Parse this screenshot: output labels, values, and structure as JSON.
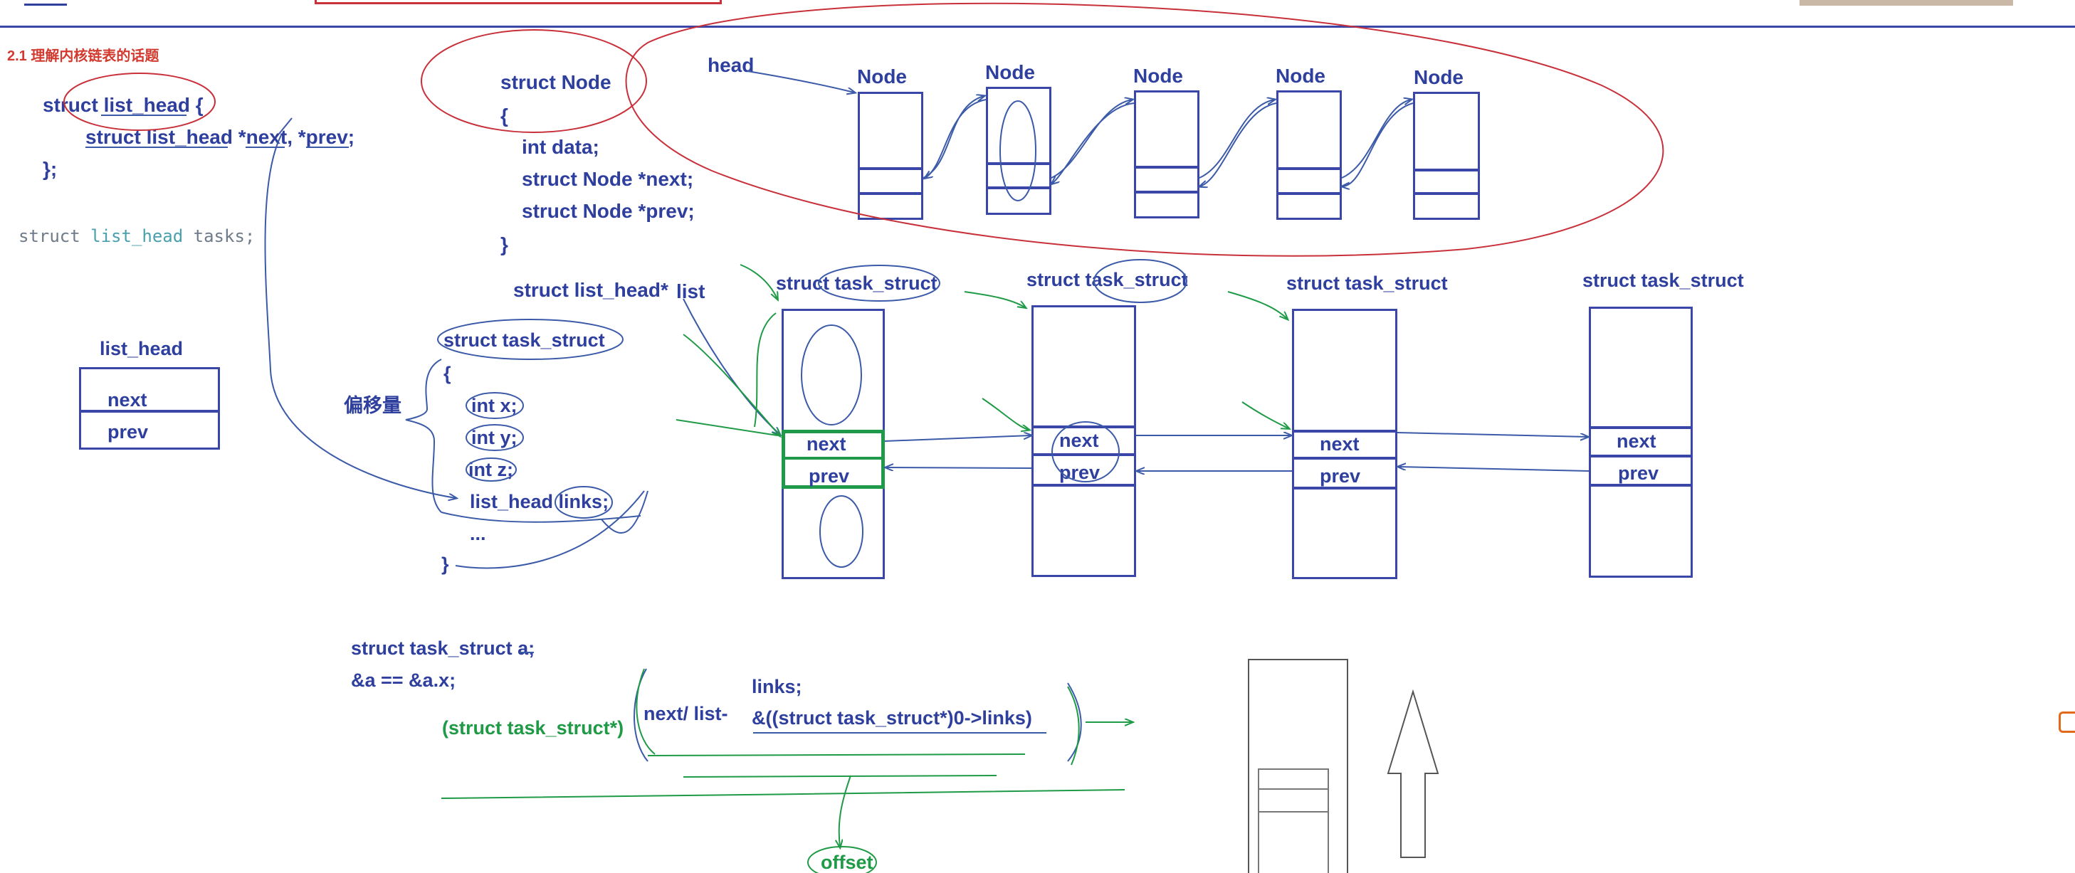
{
  "section_title": "2.1 理解内核链表的话题",
  "code_list_head": {
    "line1": "struct list_head {",
    "line2": "struct list_head *next, *prev;",
    "line3": "};"
  },
  "tasks_decl": {
    "kw": "struct ",
    "type": "list_head",
    "rest": " tasks;"
  },
  "list_head_box": {
    "title": "list_head",
    "fields": [
      "next",
      "prev"
    ]
  },
  "node_code": {
    "line1": "struct Node",
    "line2": "{",
    "line3": "int data;",
    "line4": "struct Node *next;",
    "line5": "struct Node *prev;",
    "line6": "}"
  },
  "head_label": "head",
  "node_labels": [
    "Node",
    "Node",
    "Node",
    "Node",
    "Node"
  ],
  "list_pointer": {
    "type": "struct list_head*",
    "name": "list"
  },
  "offset_label": "偏移量",
  "task_code": {
    "line1": "struct  task_struct",
    "line2": "{",
    "line3": "int x;",
    "line4": "int y;",
    "line5": "int z;",
    "line6": "list_head links;",
    "line7": "...",
    "line8": "}"
  },
  "task_struct_labels": [
    "struct task_struct",
    "struct task_struct",
    "struct task_struct",
    "struct task_struct"
  ],
  "task_fields": {
    "next": "next",
    "prev": "prev"
  },
  "bottom_code": {
    "line1": "struct task_struct a;",
    "line2": "&a == &a.x;",
    "cast": "(struct task_struct*)",
    "next_list": "next/ list-",
    "links": "links;",
    "offset_expr": "&((struct task_struct*)0->links)",
    "offset_word": "offset"
  },
  "colors": {
    "ink": "#2e3f9e",
    "box_border": "#3a47a8",
    "pen_blue": "#3b5aa8",
    "pen_red": "#c8303a",
    "pen_green": "#1f9a46",
    "section_red": "#d23a2f"
  }
}
